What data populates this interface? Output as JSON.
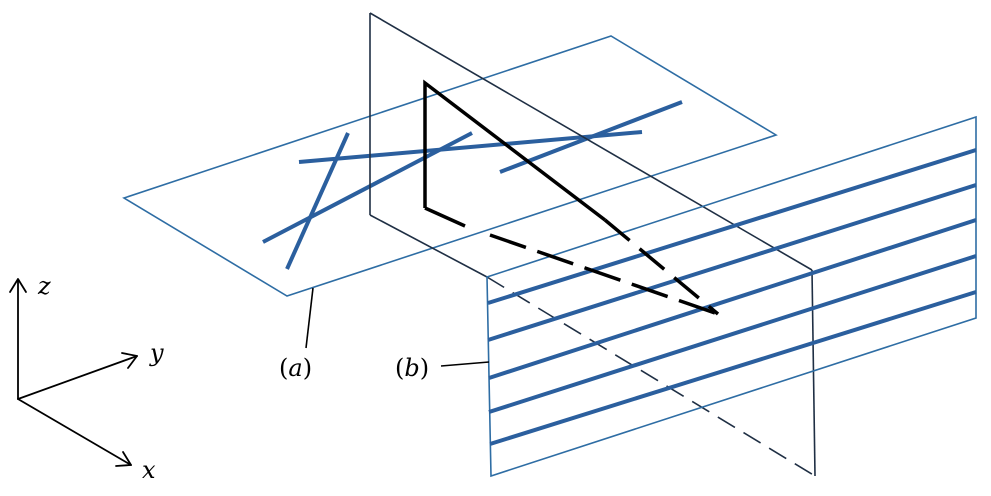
{
  "labels": {
    "a": "a",
    "b": "b",
    "paren_open": "(",
    "paren_close": ")"
  },
  "axes": {
    "x": "x",
    "y": "y",
    "z": "z"
  },
  "colors": {
    "plane_edge": "#2e6da4",
    "line_blue": "#2b5f9e",
    "vertical_plane": "#1f2f44",
    "triangle": "#000000",
    "text": "#000000"
  }
}
